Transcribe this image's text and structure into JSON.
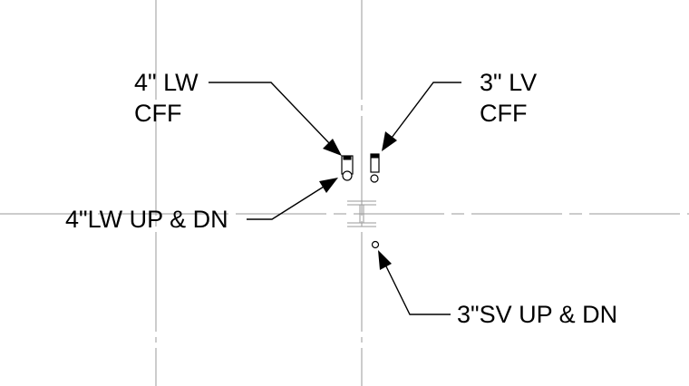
{
  "labels": {
    "lw_cff": {
      "line1": "4\" LW",
      "line2": "CFF"
    },
    "lv_cff": {
      "line1": "3\" LV",
      "line2": "CFF"
    },
    "lw_up_dn": "4\"LW UP & DN",
    "sv_up_dn": "3\"SV UP & DN"
  },
  "colors": {
    "gridline": "#9a9a9a",
    "ink": "#000000",
    "background": "#ffffff"
  }
}
